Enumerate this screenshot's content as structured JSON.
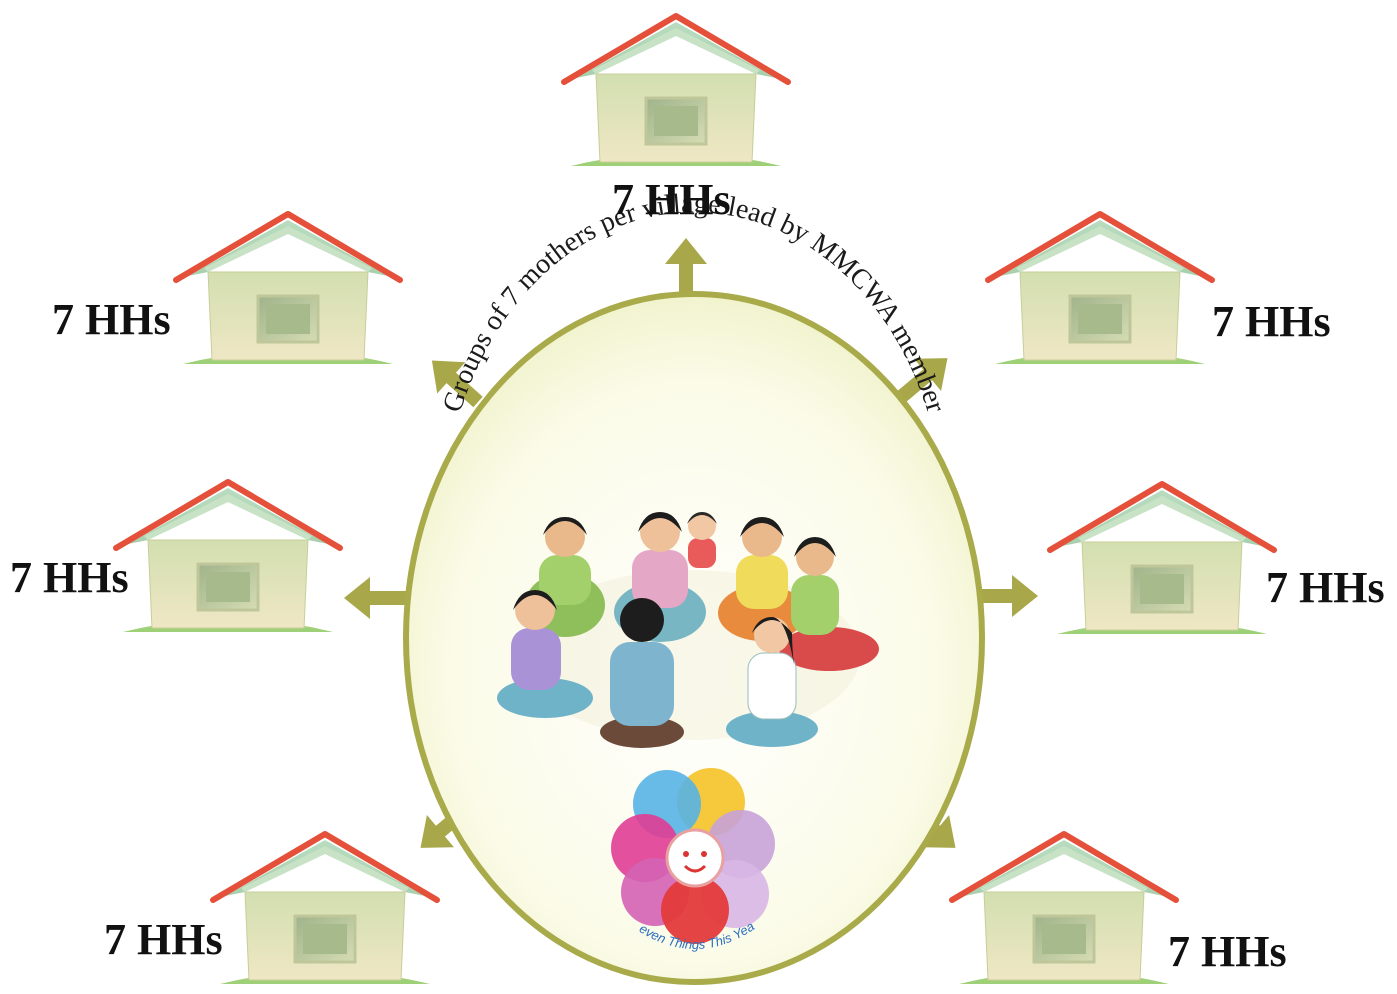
{
  "diagram": {
    "center_caption": "Groups of 7 mothers per village lead by MMCWA member",
    "logo_caption": "Seven Things This Year",
    "households": [
      {
        "id": "top",
        "label": "7 HHs"
      },
      {
        "id": "upper-left",
        "label": "7 HHs"
      },
      {
        "id": "upper-right",
        "label": "7 HHs"
      },
      {
        "id": "middle-left",
        "label": "7 HHs"
      },
      {
        "id": "middle-right",
        "label": "7 HHs"
      },
      {
        "id": "lower-left",
        "label": "7 HHs"
      },
      {
        "id": "lower-right",
        "label": "7 HHs"
      }
    ],
    "colors": {
      "arrow": "#a8a84a",
      "circle_border": "#a9ab4b",
      "roof": "#e4503a",
      "house_wall": "#d6dda0",
      "grass": "#a6d67a"
    }
  }
}
